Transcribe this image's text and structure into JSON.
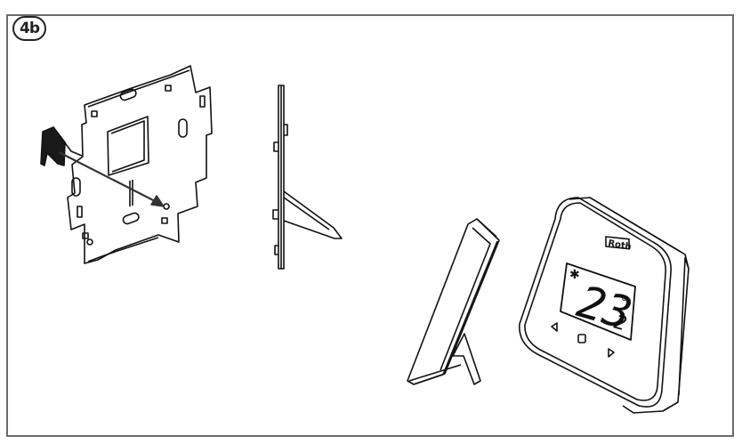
{
  "figure": {
    "step_label": "4b",
    "device": {
      "brand": "Roth",
      "display_integer": "23",
      "display_decimal": "2",
      "degree_symbol": "°"
    },
    "colors": {
      "line": "#111111",
      "frame": "#6b6b6b",
      "arrow": "#333333"
    },
    "icons": [
      "snowflake-icon",
      "left-arrow-button-icon",
      "menu-button-icon",
      "right-arrow-button-icon"
    ]
  }
}
